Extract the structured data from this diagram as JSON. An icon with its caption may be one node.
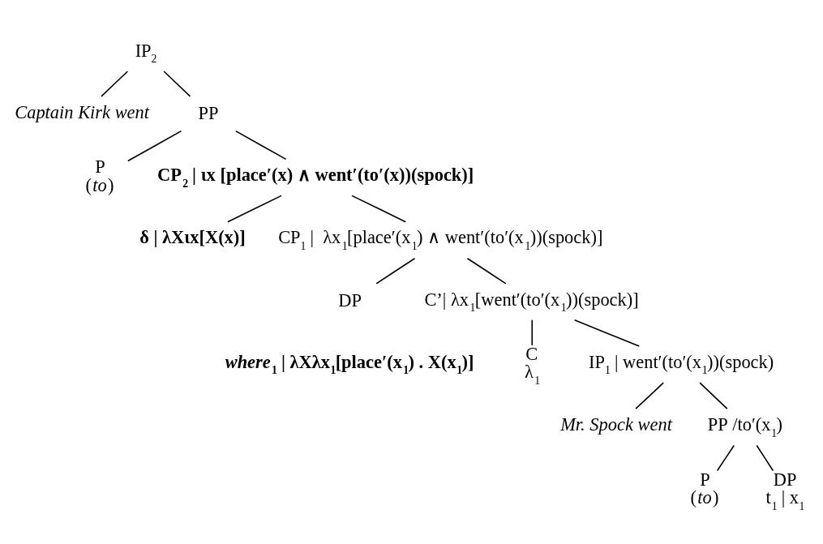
{
  "diagram": {
    "nodes": [
      {
        "text": [
          "IP$_{2}$"
        ]
      },
      {
        "text": [
          "Captain Kirk went"
        ]
      },
      {
        "text": [
          "PP"
        ]
      },
      {
        "text": [
          "P",
          "(*to*)"
        ]
      },
      {
        "text": [
          "CP$_{2}$ | ιx [place′(x) ∧ went′(to′(x))(spock)]"
        ]
      },
      {
        "text": [
          "δ | λXιx[X(x)]"
        ]
      },
      {
        "text": [
          "CP$_{1}$ |  λx$_{1}$[place′(x$_{1}$) ∧ went′(to′(x$_{1}$))(spock)]"
        ]
      },
      {
        "text": [
          "DP"
        ]
      },
      {
        "text": [
          "C’| λx$_{1}$[went′(to′(x$_{1}$))(spock)]"
        ]
      },
      {
        "text": [
          "C",
          "λ$_{1}$"
        ]
      },
      {
        "text": [
          "IP$_{1}$ | went′(to′(x$_{1}$))(spock)"
        ]
      },
      {
        "text": [
          "Mr. Spock went"
        ]
      },
      {
        "text": [
          "PP /to′(x$_{1}$)"
        ]
      },
      {
        "text": [
          "P",
          "(*to*)"
        ]
      },
      {
        "text": [
          "DP",
          "t$_{1}$ | x$_{1}$"
        ]
      }
    ],
    "edges": [
      {
        "from": 0,
        "to": 1,
        "arrow": "none"
      },
      {
        "from": 0,
        "to": 2,
        "arrow": "none"
      },
      {
        "from": 2,
        "to": 3,
        "arrow": "none"
      },
      {
        "from": 2,
        "to": 4,
        "arrow": "none"
      },
      {
        "from": 4,
        "to": 5,
        "arrow": "none"
      },
      {
        "from": 4,
        "to": 6,
        "arrow": "none"
      },
      {
        "from": 6,
        "to": 7,
        "arrow": "none"
      },
      {
        "from": 6,
        "to": 8,
        "arrow": "none"
      },
      {
        "from": 8,
        "to": 9,
        "arrow": "none"
      },
      {
        "from": 8,
        "to": 10,
        "arrow": "none"
      },
      {
        "from": 10,
        "to": 11,
        "arrow": "none"
      },
      {
        "from": 10,
        "to": 12,
        "arrow": "none"
      },
      {
        "from": 12,
        "to": 13,
        "arrow": "none"
      },
      {
        "from": 12,
        "to": 14,
        "arrow": "none"
      }
    ],
    "labels": [
      "*where*$_{1}$ | λXλx$_{1}$[place′(x$_{1}$) . X(x$_{1}$)]"
    ]
  }
}
